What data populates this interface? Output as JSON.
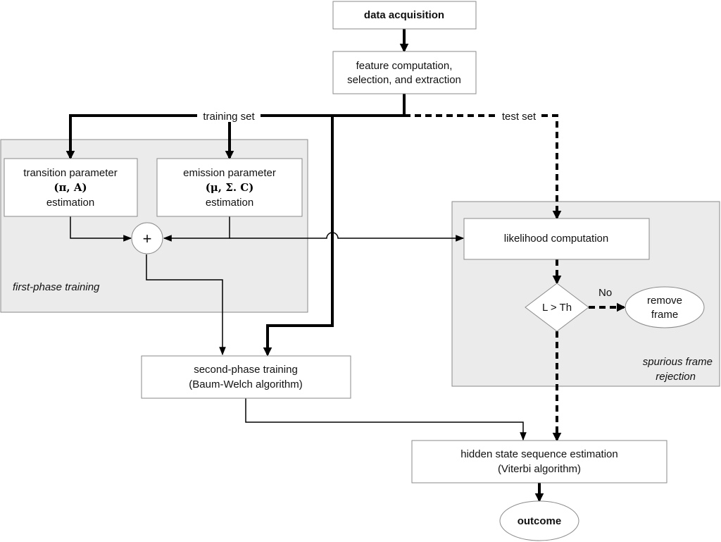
{
  "nodes": {
    "data_acquisition": "data acquisition",
    "feature": [
      "feature computation,",
      "selection, and extraction"
    ],
    "transition": [
      "transition parameter",
      "(π, A)",
      "estimation"
    ],
    "emission": [
      "emission parameter",
      "(μ, Σ. C)",
      "estimation"
    ],
    "plus": "+",
    "likelihood": "likelihood computation",
    "decision": "L > Th",
    "remove_frame": [
      "remove",
      "frame"
    ],
    "second_phase": [
      "second-phase training",
      "(Baum-Welch algorithm)"
    ],
    "hidden_state": [
      "hidden state sequence estimation",
      "(Viterbi algorithm)"
    ],
    "outcome": "outcome"
  },
  "labels": {
    "training_set": "training set",
    "test_set": "test set",
    "no": "No",
    "first_phase": "first-phase training",
    "spurious": [
      "spurious frame",
      "rejection"
    ]
  }
}
